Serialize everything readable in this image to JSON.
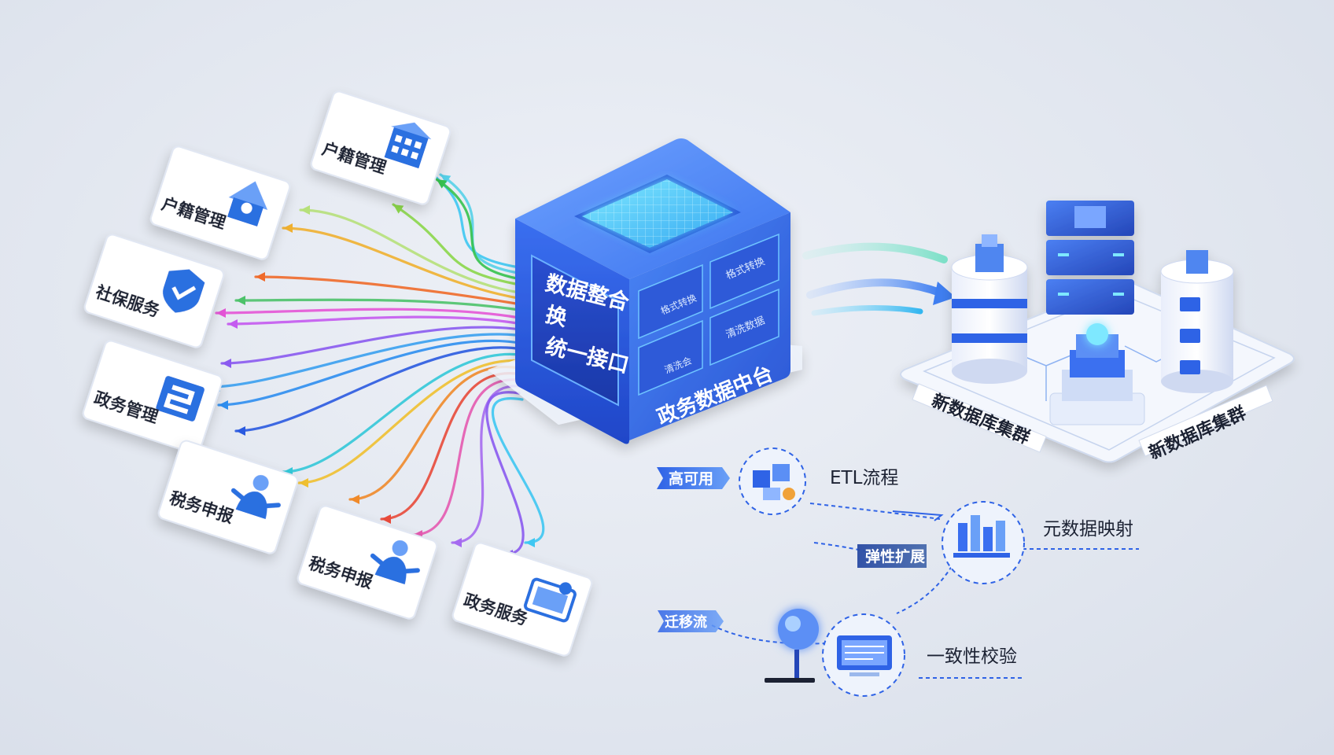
{
  "core": {
    "title_lines": [
      "数据整合",
      "换",
      "统一接口"
    ],
    "base_label": "政务数据中台",
    "side_tiles": [
      "格式转换",
      "格式转换",
      "清洗会",
      "清洗数据"
    ]
  },
  "modules": [
    {
      "label": "户籍管理",
      "icon": "building-icon"
    },
    {
      "label": "户籍管理",
      "icon": "house-icon"
    },
    {
      "label": "社保服务",
      "icon": "shield-icon"
    },
    {
      "label": "政务管理",
      "icon": "grid-icon"
    },
    {
      "label": "税务申报",
      "icon": "person-icon"
    },
    {
      "label": "税务申报",
      "icon": "person-icon"
    },
    {
      "label": "政务服务",
      "icon": "tablet-icon"
    }
  ],
  "cluster": {
    "labels": [
      "新数据库集群",
      "新数据库集群"
    ]
  },
  "flow": {
    "nodes": [
      {
        "label": "ETL流程",
        "icon": "cubes-icon"
      },
      {
        "label": "元数据映射",
        "icon": "bars-icon"
      },
      {
        "label": "一致性校验",
        "icon": "monitor-icon"
      }
    ],
    "tags": [
      "高可用",
      "弹性扩展",
      "迁移流"
    ]
  },
  "colors": {
    "cube_blue": "#2f63e6",
    "accent_cyan": "#3ec7f2",
    "icon_blue": "#2a6fe0"
  }
}
